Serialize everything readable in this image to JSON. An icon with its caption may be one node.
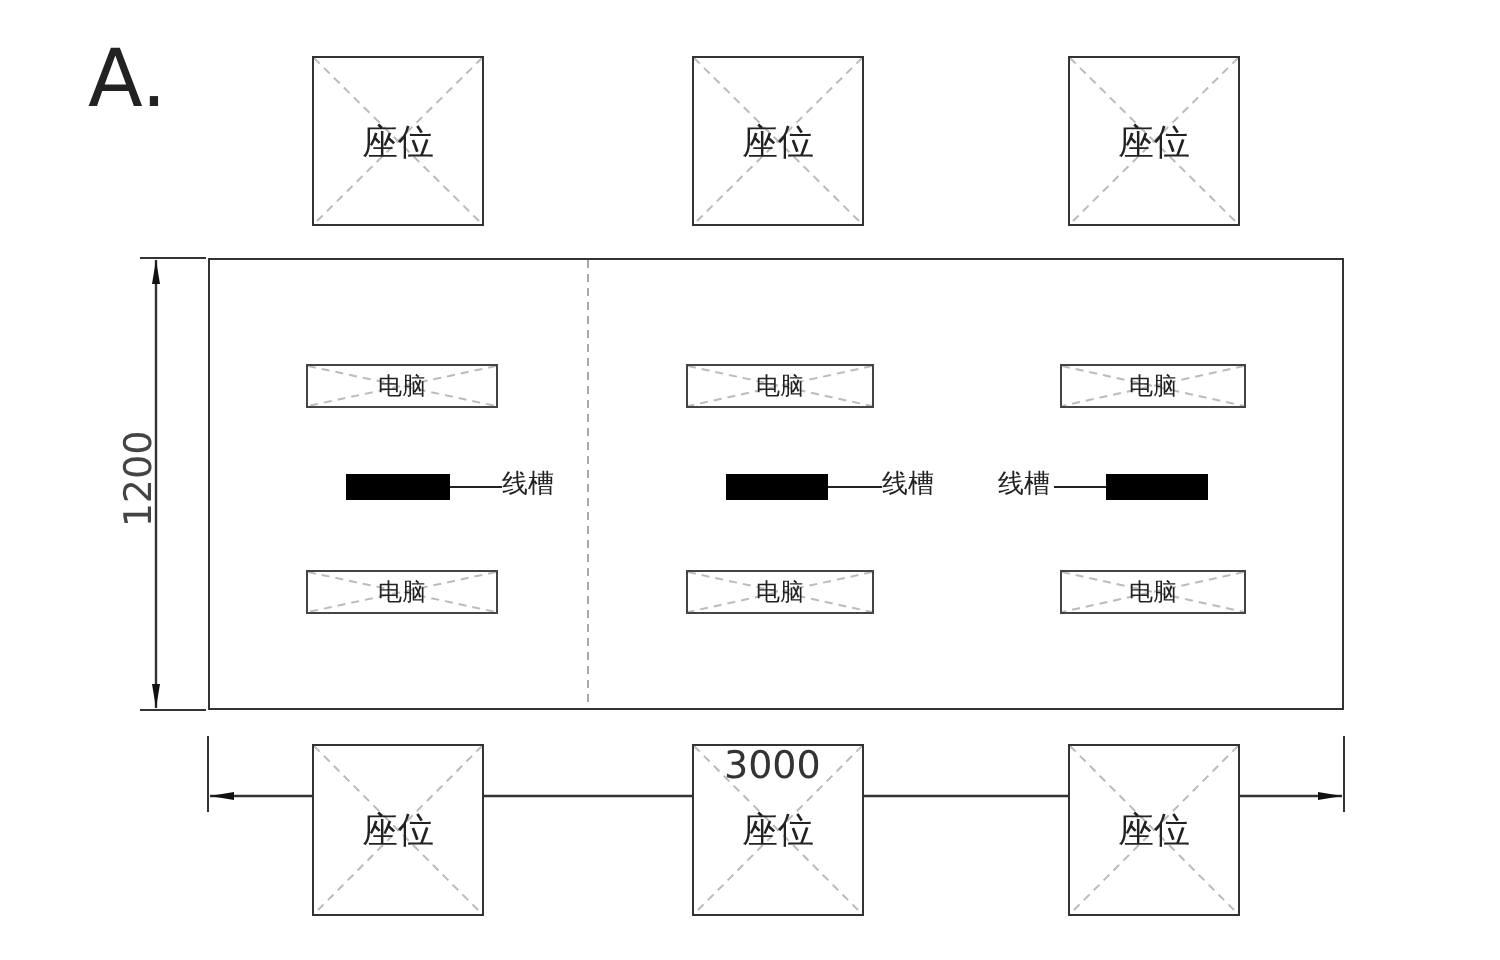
{
  "diagram": {
    "nodes": [
      {
        "text": [
          "座位"
        ]
      },
      {
        "text": [
          "座位"
        ]
      },
      {
        "text": [
          "座位"
        ]
      },
      {
        "text": [],
        "shape": "box"
      },
      {
        "text": [
          "电脑"
        ],
        "in": 3
      },
      {
        "text": [
          "电脑"
        ],
        "in": 3
      },
      {
        "text": [
          "电脑"
        ],
        "in": 3
      },
      {
        "text": [],
        "shape": "bar",
        "in": 3
      },
      {
        "text": [
          "线槽"
        ],
        "in": 3
      },
      {
        "text": [],
        "shape": "bar",
        "in": 3
      },
      {
        "text": [
          "线槽"
        ],
        "in": 3
      },
      {
        "text": [
          "线槽"
        ],
        "in": 3
      },
      {
        "text": [],
        "shape": "bar",
        "in": 3
      },
      {
        "text": [
          "电脑"
        ],
        "in": 3
      },
      {
        "text": [
          "电脑"
        ],
        "in": 3
      },
      {
        "text": [
          "电脑"
        ],
        "in": 3
      },
      {
        "text": [
          "座位"
        ]
      },
      {
        "text": [
          "座位"
        ]
      },
      {
        "text": [
          "座位"
        ]
      }
    ],
    "edges": [
      {
        "from": 8,
        "to": 7,
        "arrow": "none"
      },
      {
        "from": 10,
        "to": 9,
        "arrow": "none"
      },
      {
        "from": 11,
        "to": 12,
        "arrow": "none"
      }
    ],
    "labels": [
      "A.",
      "1200",
      "3000"
    ]
  }
}
